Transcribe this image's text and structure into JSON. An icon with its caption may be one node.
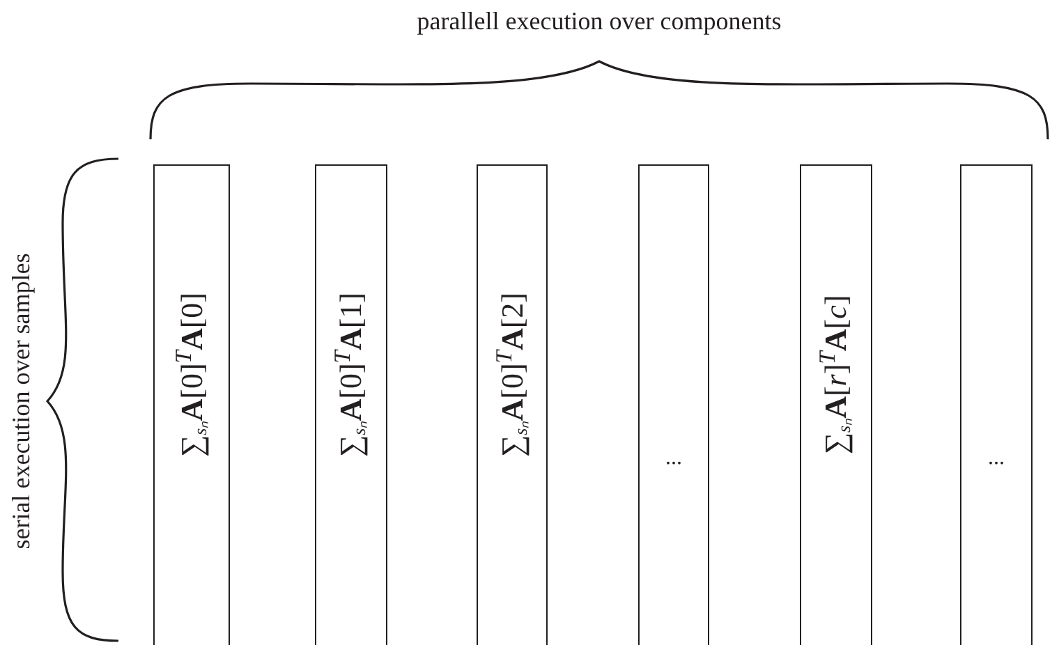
{
  "diagram": {
    "nodes": [
      {
        "text": [
          "∑$_{sₙ}$**A**[0]$^{T}$**A**[0]"
        ]
      },
      {
        "text": [
          "∑$_{sₙ}$**A**[0]$^{T}$**A**[1]"
        ]
      },
      {
        "text": [
          "∑$_{sₙ}$**A**[0]$^{T}$**A**[2]"
        ]
      },
      {
        "text": [
          "..."
        ]
      },
      {
        "text": [
          "∑$_{sₙ}$**A**[*r*]$^{T}$**A**[*c*]"
        ]
      },
      {
        "text": [
          "..."
        ]
      }
    ],
    "labels": [
      "parallell execution over components",
      "serial execution over samples"
    ]
  }
}
